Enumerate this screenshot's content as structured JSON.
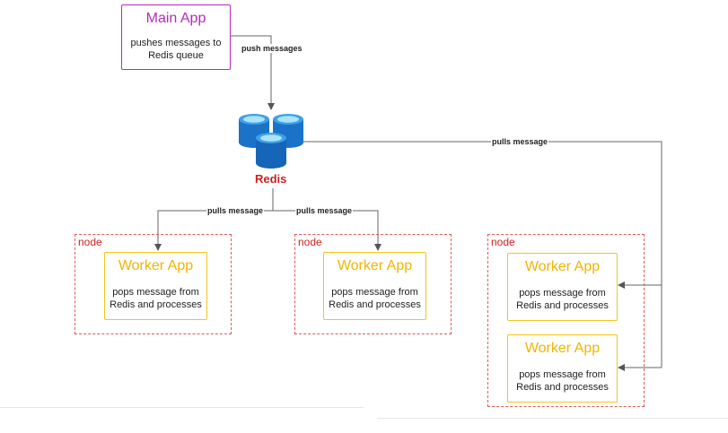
{
  "main_app": {
    "title": "Main App",
    "description": "pushes messages to Redis queue"
  },
  "redis": {
    "label": "Redis"
  },
  "edge_labels": {
    "push": "push messages",
    "pull_left": "pulls message",
    "pull_middle": "pulls message",
    "pull_right": "pulls message"
  },
  "nodes": [
    {
      "label": "node",
      "workers": [
        {
          "title": "Worker App",
          "description": "pops message from Redis and processes"
        }
      ]
    },
    {
      "label": "node",
      "workers": [
        {
          "title": "Worker App",
          "description": "pops message from Redis and processes"
        }
      ]
    },
    {
      "label": "node",
      "workers": [
        {
          "title": "Worker App",
          "description": "pops message from Redis and processes"
        },
        {
          "title": "Worker App",
          "description": "pops message from Redis and processes"
        }
      ]
    }
  ],
  "colors": {
    "main_app": "#b32bbd",
    "worker": "#f4c51a",
    "node_border": "#e05a5a",
    "redis_label": "#cc1f1f",
    "redis_icon": "#1a73c9",
    "connector": "#555555"
  }
}
